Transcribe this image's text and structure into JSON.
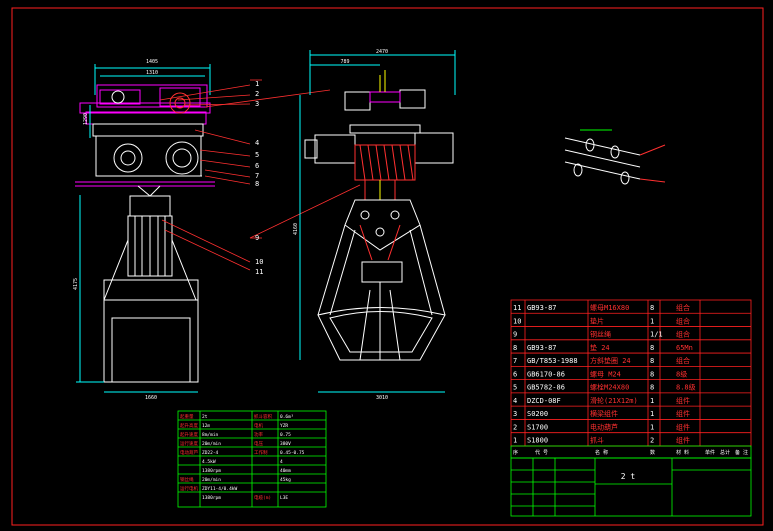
{
  "drawing": {
    "title_block_name": "2 t",
    "colors": {
      "background": "#000000",
      "frame": "#ff2020",
      "outline": "#ffffff",
      "dims": "#00ffff",
      "table_green": "#00ff00",
      "magenta": "#ff00ff",
      "yellow": "#ffff00"
    }
  },
  "callouts": [
    "1",
    "2",
    "3",
    "4",
    "5",
    "6",
    "7",
    "8",
    "9",
    "10",
    "11"
  ],
  "dims": {
    "front_top": "1405",
    "front_top2": "1310",
    "front_bottom": "1660",
    "front_left_v": "4175",
    "front_left_v2": "1290",
    "side_top": "2470",
    "side_top2": "789",
    "side_bottom": "3010",
    "side_left_v": "4160"
  },
  "parts_table": {
    "rows": [
      {
        "no": "11",
        "code": "GB93-87",
        "name": "螺母M16X80",
        "qty": "8",
        "mat": "组合"
      },
      {
        "no": "10",
        "code": "",
        "name": "垫片",
        "qty": "1",
        "mat": "组合"
      },
      {
        "no": "9",
        "code": "",
        "name": "钢丝绳",
        "qty": "1/1",
        "mat": "组合"
      },
      {
        "no": "8",
        "code": "GB93-87",
        "name": "垫  24",
        "qty": "8",
        "mat": "65Mn"
      },
      {
        "no": "7",
        "code": "GB/T853-1988",
        "name": "方斜垫圈 24",
        "qty": "8",
        "mat": "组合"
      },
      {
        "no": "6",
        "code": "GB6170-86",
        "name": "螺母 M24",
        "qty": "8",
        "mat": "8级"
      },
      {
        "no": "5",
        "code": "GB5782-86",
        "name": "螺栓M24X80",
        "qty": "8",
        "mat": "8.8级"
      },
      {
        "no": "4",
        "code": "DZCD-08F",
        "name": "滑轮(21X12m)",
        "qty": "1",
        "mat": "组件"
      },
      {
        "no": "3",
        "code": "S0200",
        "name": "横梁组件",
        "qty": "1",
        "mat": "组件"
      },
      {
        "no": "2",
        "code": "S1700",
        "name": "电动葫芦",
        "qty": "1",
        "mat": "组件"
      },
      {
        "no": "1",
        "code": "S1800",
        "name": "抓斗",
        "qty": "2",
        "mat": "组件"
      }
    ],
    "header": [
      "序",
      "代 号",
      "名  称",
      "数",
      "材 料",
      "单件",
      "总计",
      "备 注"
    ]
  },
  "spec_table": {
    "rows": [
      [
        "起重量",
        "2t",
        "抓斗容积",
        "0.6m³"
      ],
      [
        "起升高度",
        "12m",
        "电机",
        "YZR"
      ],
      [
        "起升速度",
        "8m/min",
        "功率",
        "0.75"
      ],
      [
        "运行速度",
        "20m/min",
        "电压",
        "380V"
      ],
      [
        "电动葫芦",
        "ZD22-4",
        "工作制",
        "0.45-0.75"
      ],
      [
        "",
        "4.5kW",
        "",
        "4"
      ],
      [
        "",
        "1380rpm",
        "",
        "40mm"
      ],
      [
        "钢丝绳",
        "20m/min",
        "",
        "45kg"
      ],
      [
        "运行电机",
        "ZDY11-4/0.4kW",
        "",
        ""
      ],
      [
        "",
        "1380rpm",
        "电缆(m)",
        "L3E"
      ]
    ]
  }
}
